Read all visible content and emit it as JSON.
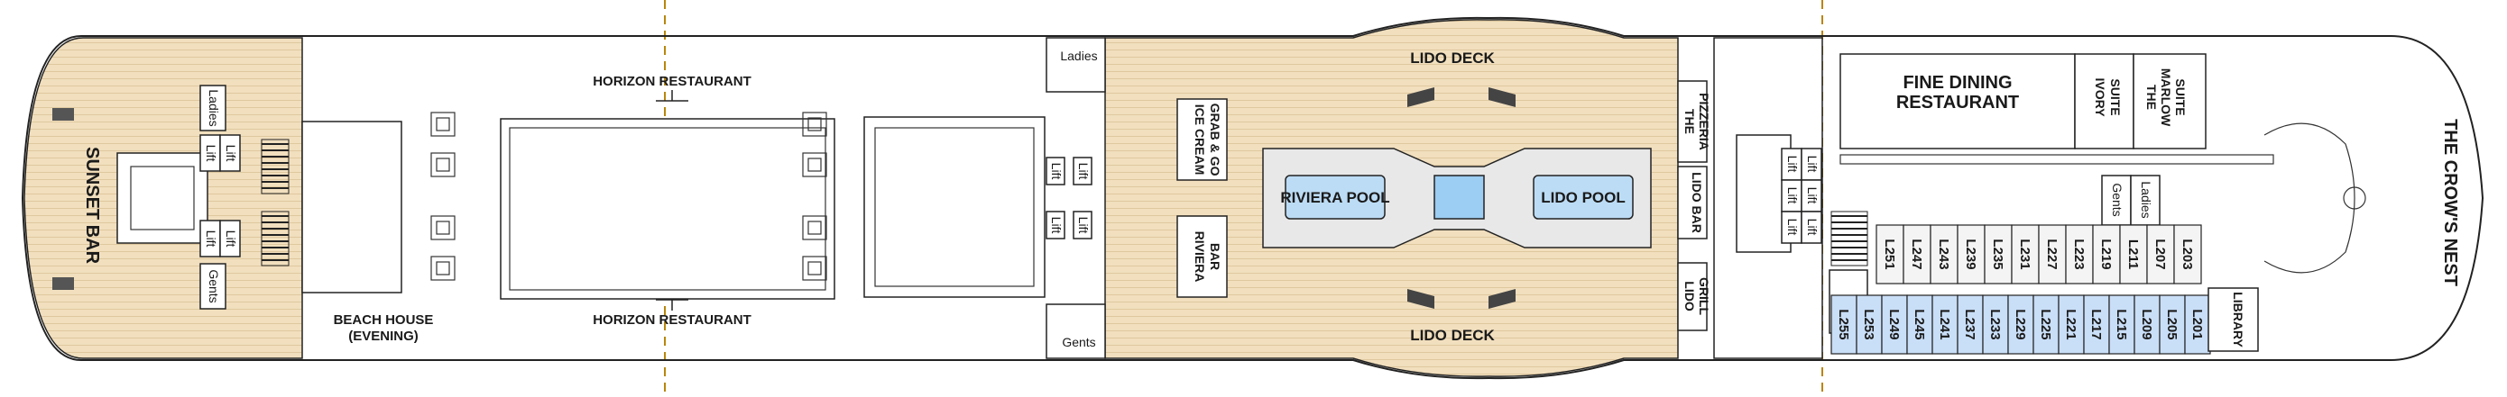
{
  "colors": {
    "deck_wood": "#f1dfbe",
    "wood_line": "#dfc89f",
    "pool_blue": "#bcdcf5",
    "cabin_blue": "#c9def7",
    "outline": "#222222"
  },
  "labels": {
    "sunset_bar": "SUNSET BAR",
    "ladies_aft": "Ladies",
    "gents_aft": "Gents",
    "lift": "Lift",
    "beach_house_1": "BEACH HOUSE",
    "beach_house_2": "(EVENING)",
    "horizon_top": "HORIZON RESTAURANT",
    "horizon_bottom": "HORIZON RESTAURANT",
    "ladies_mid": "Ladies",
    "gents_mid": "Gents",
    "ice_cream_1": "ICE CREAM",
    "ice_cream_2": "GRAB & GO",
    "riviera_bar_1": "RIVIERA",
    "riviera_bar_2": "BAR",
    "lido_deck_top": "LIDO DECK",
    "lido_deck_bottom": "LIDO DECK",
    "riviera_pool": "RIVIERA POOL",
    "lido_pool": "LIDO POOL",
    "pizzeria_1": "THE",
    "pizzeria_2": "PIZZERIA",
    "lido_bar": "LIDO BAR",
    "lido_grill_1": "LIDO",
    "lido_grill_2": "GRILL",
    "fine_dining_1": "FINE DINING",
    "fine_dining_2": "RESTAURANT",
    "ivory_suite_1": "IVORY",
    "ivory_suite_2": "SUITE",
    "marlow_suite_1": "THE",
    "marlow_suite_2": "MARLOW",
    "marlow_suite_3": "SUITE",
    "gents_fwd": "Gents",
    "ladies_fwd": "Ladies",
    "library": "LIBRARY",
    "crows_nest": "THE CROW'S NEST"
  },
  "cabins_upper": [
    "L251",
    "L247",
    "L243",
    "L239",
    "L235",
    "L231",
    "L227",
    "L223",
    "L219",
    "L211",
    "L207",
    "L203"
  ],
  "cabins_lower": [
    "L255",
    "L253",
    "L249",
    "L245",
    "L241",
    "L237",
    "L233",
    "L229",
    "L225",
    "L221",
    "L217",
    "L215",
    "L209",
    "L205",
    "L201"
  ]
}
